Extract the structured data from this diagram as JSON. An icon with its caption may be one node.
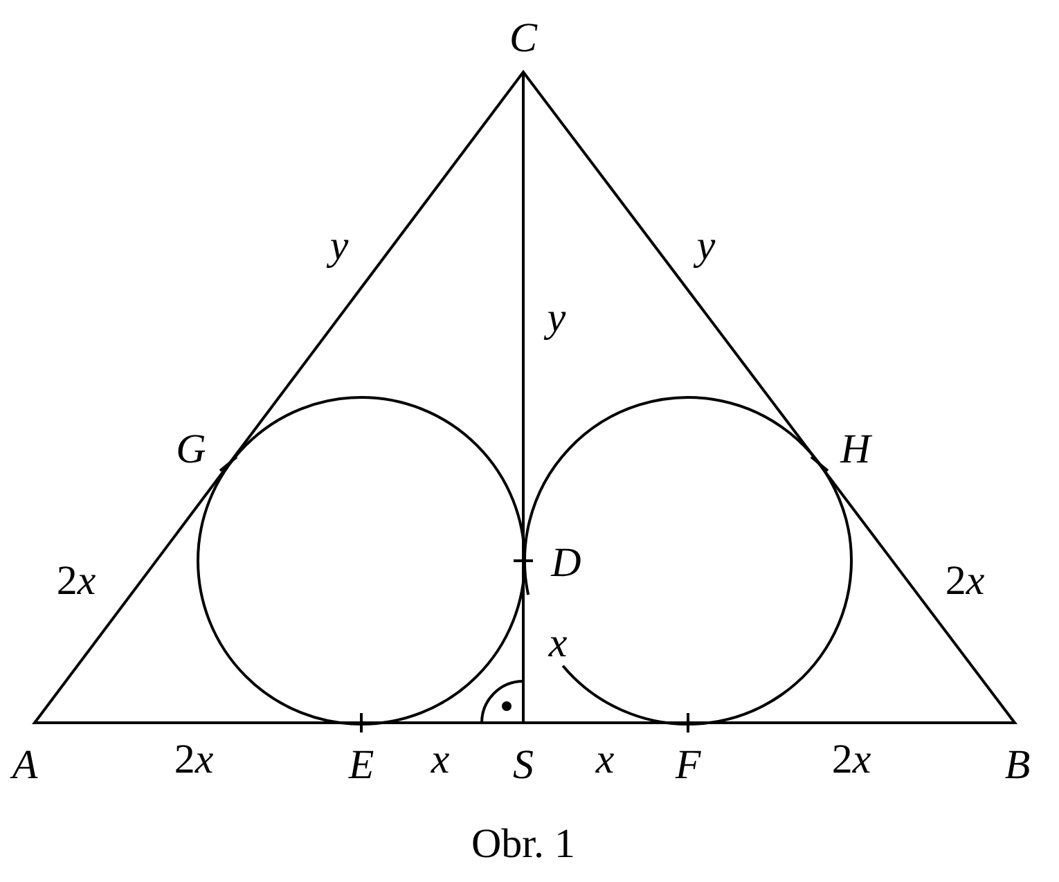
{
  "diagram": {
    "caption": "Obr. 1",
    "labels": [
      "C",
      "y",
      "y",
      "y",
      "G",
      "H",
      "D",
      "2x",
      "2x",
      "x",
      "A",
      "2x",
      "E",
      "x",
      "S",
      "x",
      "F",
      "2x",
      "B"
    ]
  }
}
